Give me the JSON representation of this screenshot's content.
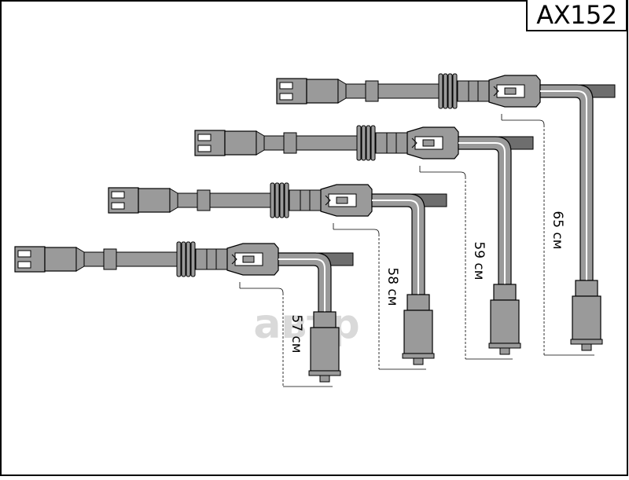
{
  "model_code": "AX152",
  "watermark": "автр",
  "wires": [
    {
      "length_label": "57 см"
    },
    {
      "length_label": "58 см"
    },
    {
      "length_label": "59 см"
    },
    {
      "length_label": "65 см"
    }
  ],
  "colors": {
    "wire": "#9a9a9a",
    "dark_wire": "#6e6e6e",
    "outline": "#000000",
    "watermark": "#d9d9d9"
  }
}
